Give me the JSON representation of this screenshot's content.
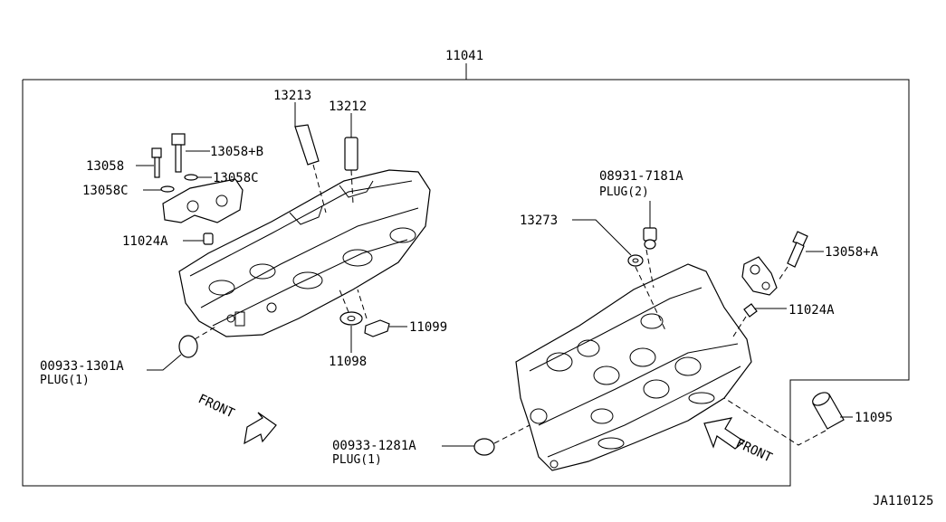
{
  "diagram": {
    "assembly_number": "11041",
    "figure_id": "JA110125",
    "labels": {
      "p13213": "13213",
      "p13212": "13212",
      "p13058": "13058",
      "p13058b": "13058+B",
      "p13058c_l": "13058C",
      "p13058c_r": "13058C",
      "p11024a_l": "11024A",
      "p00933_1301a": "00933-1301A",
      "plug1_left": "PLUG(1)",
      "p11098": "11098",
      "p11099": "11099",
      "front_left": "FRONT",
      "p08931": "08931-7181A",
      "plug2": "PLUG(2)",
      "p13273": "13273",
      "p13058a": "13058+A",
      "p11024a_r": "11024A",
      "p11095": "11095",
      "p00933_1281a": "00933-1281A",
      "plug1_right": "PLUG(1)",
      "front_right": "FRONT"
    }
  }
}
